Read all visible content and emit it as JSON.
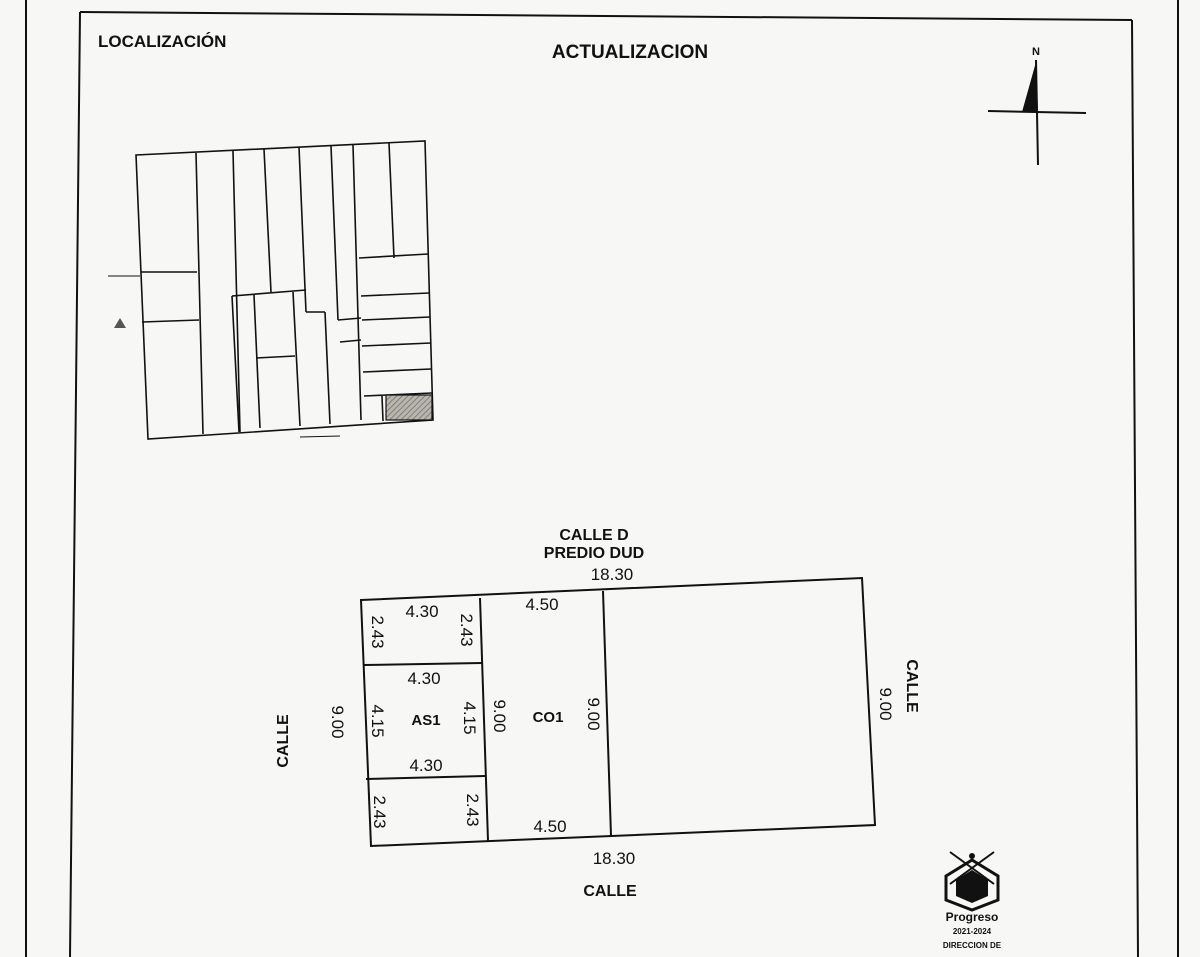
{
  "header": {
    "location_label": "LOCALIZACIÓN",
    "title": "ACTUALIZACION",
    "north_label": "N"
  },
  "plan": {
    "top_street": "CALLE D",
    "top_neighbor": "PREDIO DUD",
    "left_street": "CALLE",
    "right_street": "CALLE",
    "bottom_street": "CALLE",
    "dims": {
      "top_total": "18.30",
      "bottom_total": "18.30",
      "left_total": "9.00",
      "right_total": "9.00",
      "cell_top_width": "4.30",
      "cell_top_left": "2.43",
      "cell_top_right": "2.43",
      "as1_top": "4.30",
      "as1_bottom": "4.30",
      "as1_left": "4.15",
      "as1_right": "4.15",
      "cell_bottom_left": "2.43",
      "cell_bottom_right": "2.43",
      "co1_top": "4.50",
      "co1_bottom": "4.50",
      "co1_left": "9.00",
      "co1_right": "9.00"
    },
    "areas": {
      "as1": "AS1",
      "co1": "CO1"
    }
  },
  "seal": {
    "name": "Progreso",
    "years": "2021-2024",
    "dept": "DIRECCION DE"
  },
  "colors": {
    "ink": "#111111",
    "paper": "#f7f7f5",
    "hatch": "#8c8a82"
  }
}
